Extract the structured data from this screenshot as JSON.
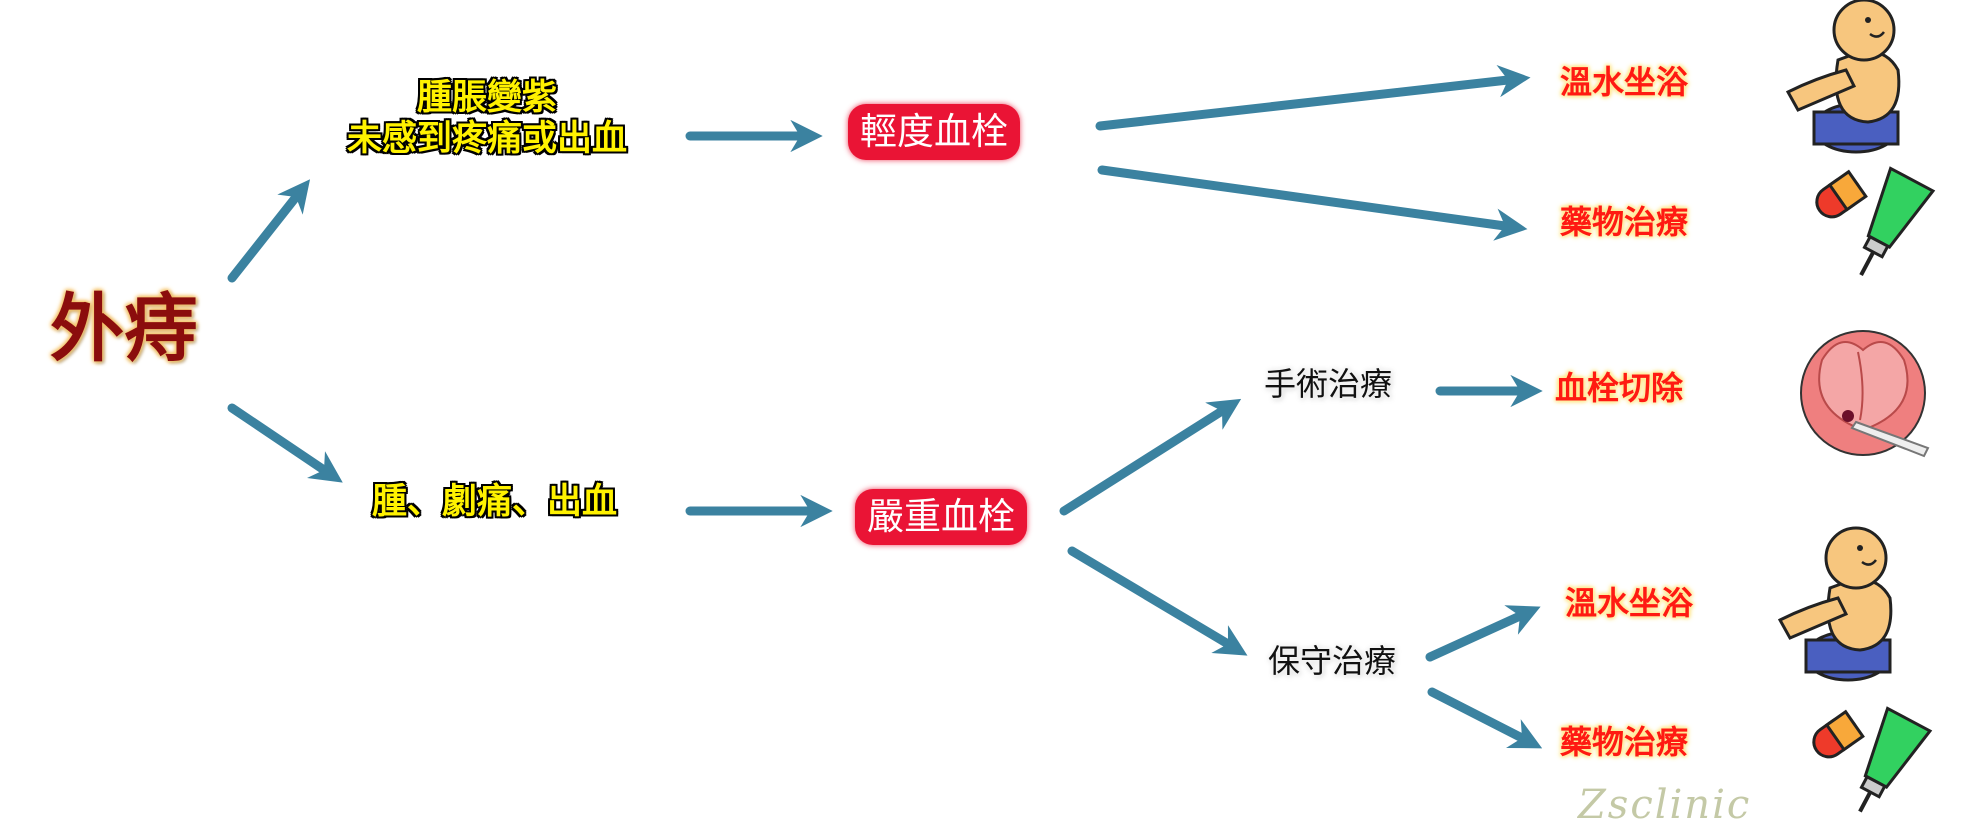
{
  "root": "外痔",
  "mild_branch": {
    "symptom_line1": "腫脹變紫",
    "symptom_line2": "未感到疼痛或出血",
    "diagnosis": "輕度血栓",
    "option_warm_bath": "溫水坐浴",
    "option_medication": "藥物治療"
  },
  "severe_branch": {
    "symptom": "腫、劇痛、出血",
    "diagnosis": "嚴重血栓",
    "surgery": "手術治療",
    "surgery_result": "血栓切除",
    "conservative": "保守治療",
    "option_warm_bath": "溫水坐浴",
    "option_medication": "藥物治療"
  },
  "watermark": "Zsclinic",
  "colors": {
    "arrow": "#3b82a0",
    "pill": "#ea1435",
    "yellow_text": "#fff200",
    "red_text": "#ff1a12"
  }
}
